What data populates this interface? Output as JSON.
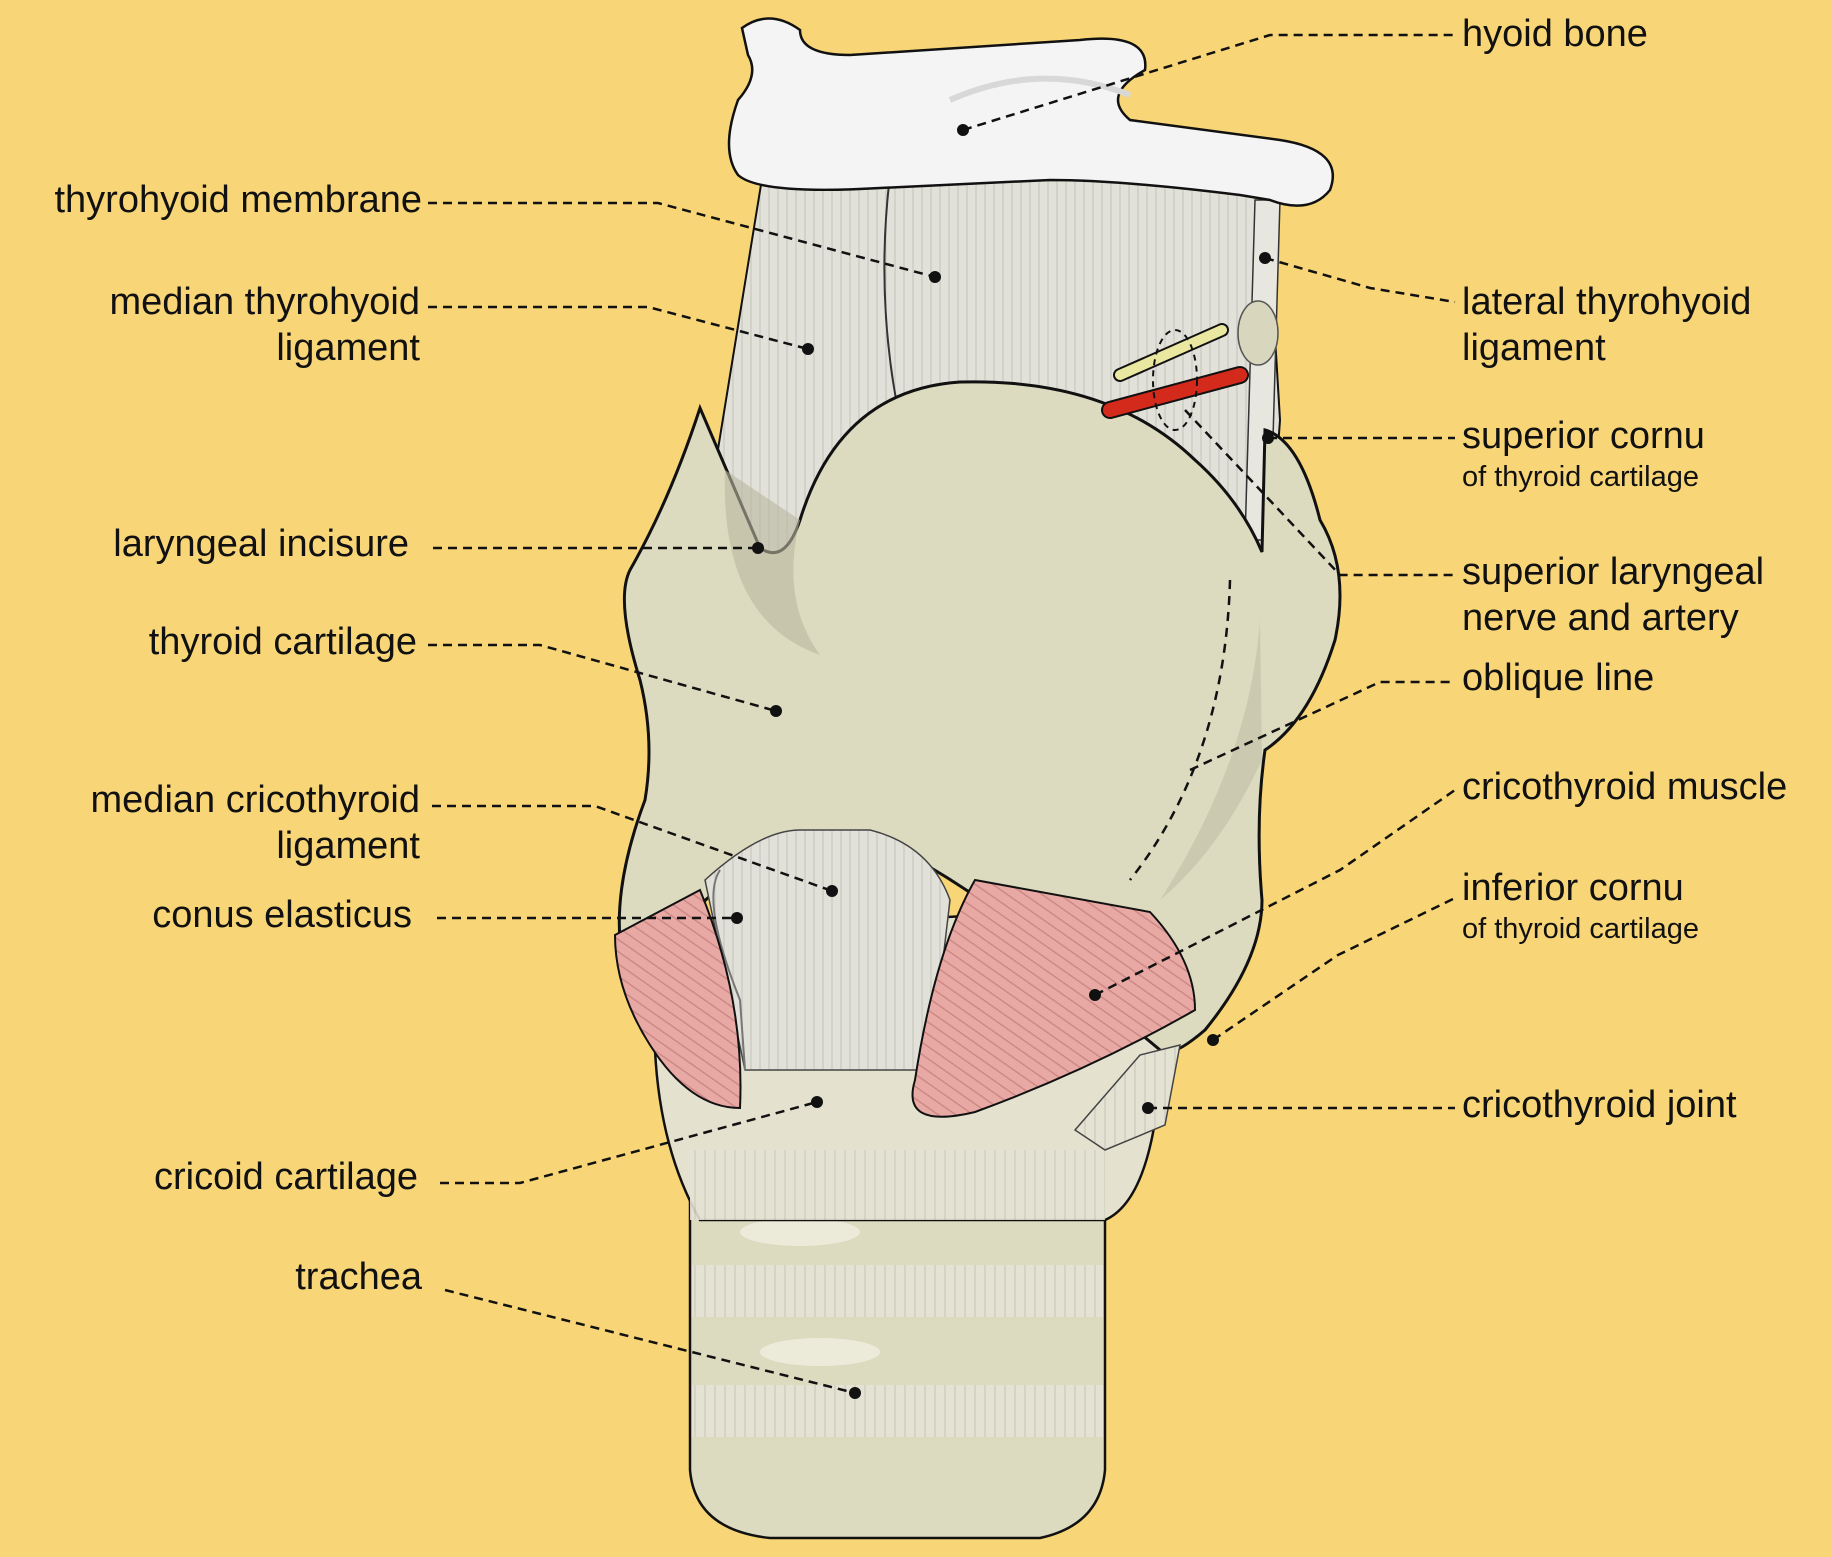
{
  "labels": {
    "hyoid_bone": "hyoid bone",
    "thyrohyoid_membrane": "thyrohyoid membrane",
    "median_thyrohyoid_ligament": "median thyrohyoid",
    "median_thyrohyoid_ligament_2": "ligament",
    "lateral_thyrohyoid_ligament": "lateral thyrohyoid",
    "lateral_thyrohyoid_ligament_2": "ligament",
    "superior_cornu": "superior cornu",
    "superior_cornu_sub": "of thyroid cartilage",
    "laryngeal_incisure": "laryngeal incisure",
    "superior_laryngeal": "superior laryngeal",
    "superior_laryngeal_2": "nerve and artery",
    "thyroid_cartilage": "thyroid cartilage",
    "oblique_line": "oblique line",
    "median_cricothyroid_ligament": "median cricothyroid",
    "median_cricothyroid_ligament_2": "ligament",
    "cricothyroid_muscle": "cricothyroid muscle",
    "inferior_cornu": "inferior cornu",
    "inferior_cornu_sub": "of thyroid cartilage",
    "conus_elasticus": "conus elasticus",
    "cricothyroid_joint": "cricothyroid joint",
    "cricoid_cartilage": "cricoid cartilage",
    "trachea": "trachea"
  },
  "colors": {
    "background": "#f8d677",
    "cartilage": "#dcdabf",
    "cartilage_shade": "#b9b7a0",
    "membrane": "#e2e1d9",
    "bone": "#f4f4f4",
    "muscle": "#e8a9a5",
    "artery": "#d42a1c",
    "nerve": "#eae7a0",
    "leader": "#111111"
  }
}
